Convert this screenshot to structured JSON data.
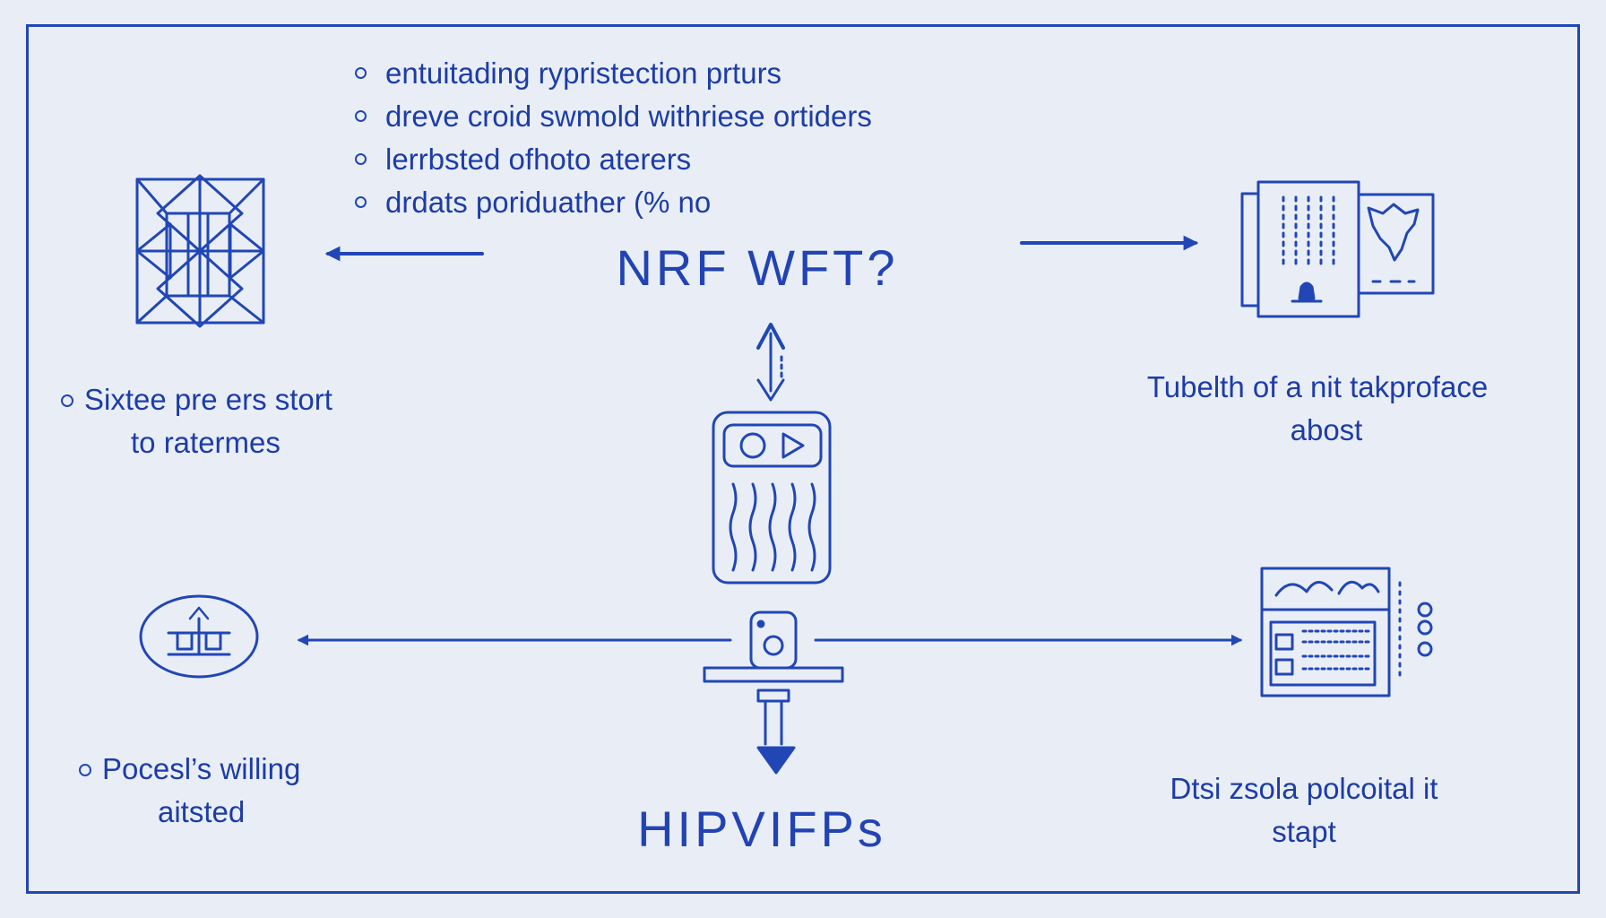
{
  "top_title": "NRF WFT?",
  "bottom_title": "HIPVIFPs",
  "bullets": [
    "entuitading rypristection prturs",
    "dreve croid swmold withriese ortiders",
    "lerrbsted ofhoto aterers",
    "drdats poriduather (% no"
  ],
  "left_upper_label": {
    "line1": "Sixtee pre ers stort",
    "line2": "to ratermes"
  },
  "left_lower_label": {
    "line1": "Pocesl’s willing",
    "line2": "aitsted"
  },
  "right_upper_label": {
    "line1": "Tubelth of a nit takproface",
    "line2": "abost"
  },
  "right_lower_label": {
    "line1": "Dtsi zsola polcoital it",
    "line2": "stapt"
  },
  "colors": {
    "stroke": "#2146b6",
    "text": "#1d3ca8",
    "background": "#e9eef6"
  }
}
